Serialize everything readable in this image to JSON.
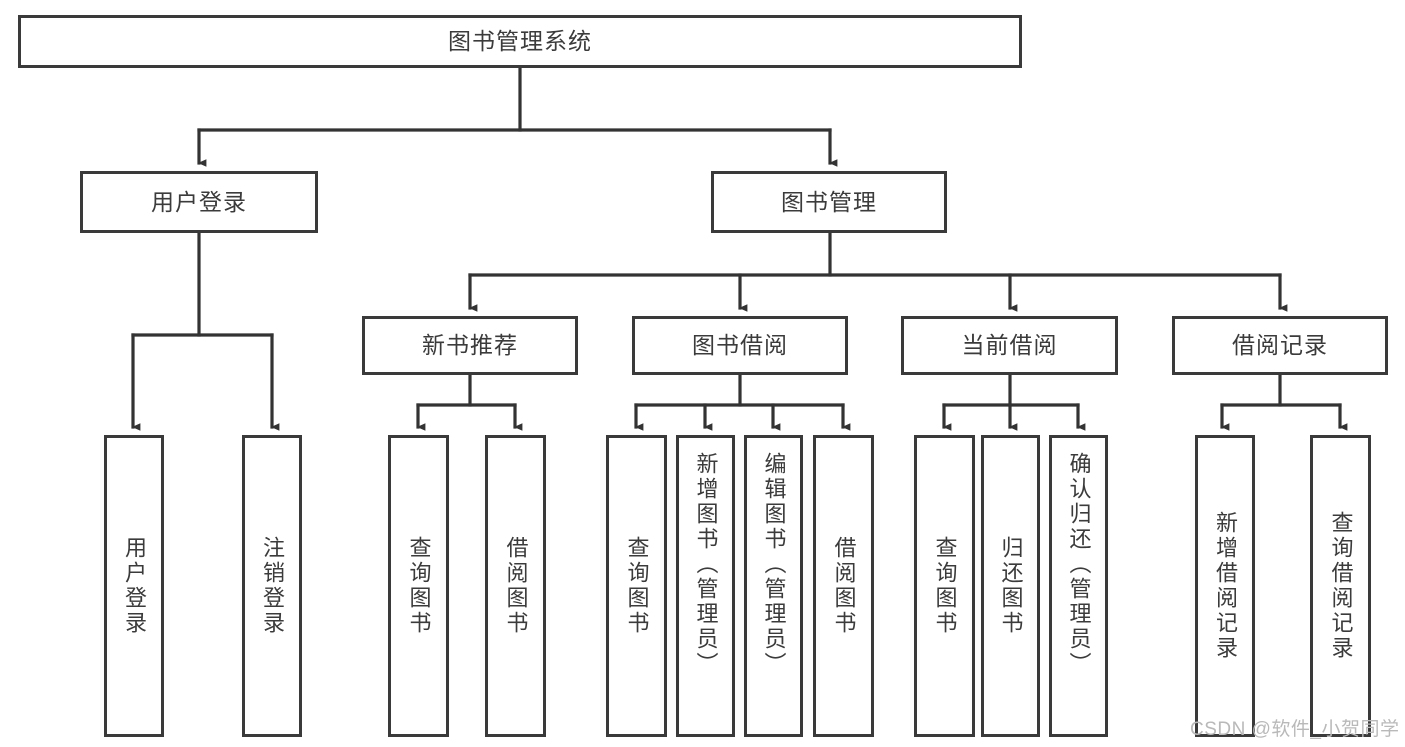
{
  "diagram": {
    "title": "图书管理系统",
    "type": "tree-hierarchy",
    "root": {
      "label": "图书管理系统"
    },
    "level1": [
      {
        "label": "用户登录"
      },
      {
        "label": "图书管理"
      }
    ],
    "level2": [
      {
        "label": "新书推荐",
        "parent": "图书管理"
      },
      {
        "label": "图书借阅",
        "parent": "图书管理"
      },
      {
        "label": "当前借阅",
        "parent": "图书管理"
      },
      {
        "label": "借阅记录",
        "parent": "图书管理"
      }
    ],
    "leaves": {
      "user_login": [
        {
          "label": "用户登录"
        },
        {
          "label": "注销登录"
        }
      ],
      "new_book_recommend": [
        {
          "label": "查询图书"
        },
        {
          "label": "借阅图书"
        }
      ],
      "book_borrow": [
        {
          "label": "查询图书"
        },
        {
          "label": "新增图书（管理员）"
        },
        {
          "label": "编辑图书（管理员）"
        },
        {
          "label": "借阅图书"
        }
      ],
      "current_borrow": [
        {
          "label": "查询图书"
        },
        {
          "label": "归还图书"
        },
        {
          "label": "确认归还（管理员）"
        }
      ],
      "borrow_record": [
        {
          "label": "新增借阅记录"
        },
        {
          "label": "查询借阅记录"
        }
      ]
    }
  },
  "watermark": {
    "text": "CSDN @软件_小贺同学"
  },
  "colors": {
    "box_border": "#3a3a3a",
    "box_fill": "#ffffff",
    "text": "#3b3b3b",
    "edge": "#333333",
    "watermark": "#b9b9b9"
  }
}
